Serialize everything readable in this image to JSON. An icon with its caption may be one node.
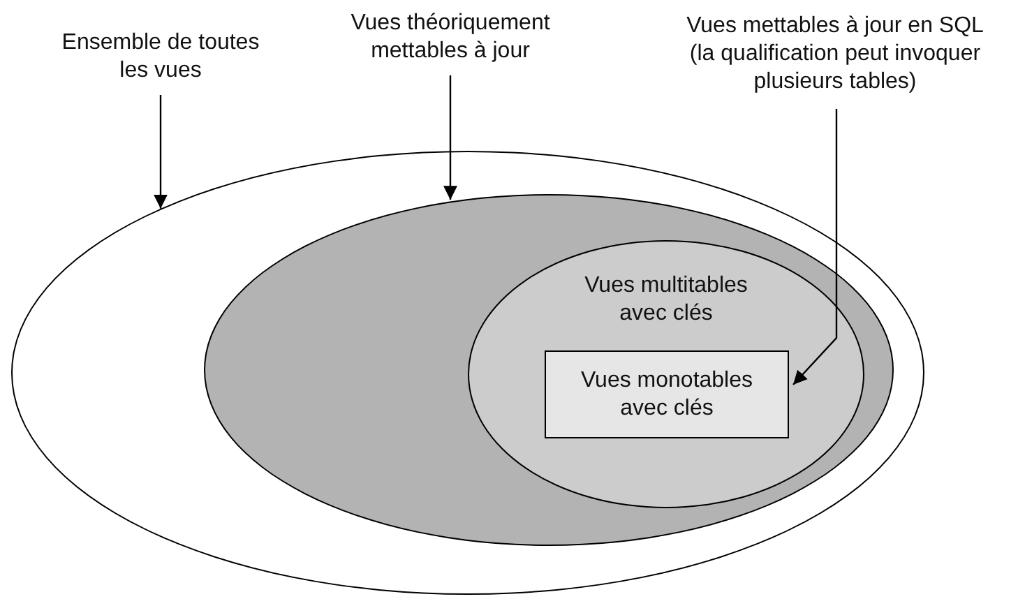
{
  "diagram": {
    "nodes": [
      {
        "text": [
          "Ensemble de toutes les vues"
        ]
      },
      {
        "text": [
          "Vues théoriquement mettables à jour"
        ]
      },
      {
        "text": [
          "Vues mettables à jour en SQL (la qualification peut invoquer plusieurs tables)"
        ]
      },
      {
        "text": [],
        "shape": "ellipse"
      },
      {
        "text": [],
        "shape": "ellipse",
        "in": 3
      },
      {
        "text": [
          "Vues multitables avec clés"
        ],
        "in": 4
      },
      {
        "text": [
          "Vues monotables avec clés"
        ],
        "in": 5
      }
    ],
    "edges": [
      {
        "from": 0,
        "to": 3,
        "arrow": "to"
      },
      {
        "from": 1,
        "to": 4,
        "arrow": "to"
      },
      {
        "from": 2,
        "to": 6,
        "arrow": "to"
      }
    ]
  }
}
